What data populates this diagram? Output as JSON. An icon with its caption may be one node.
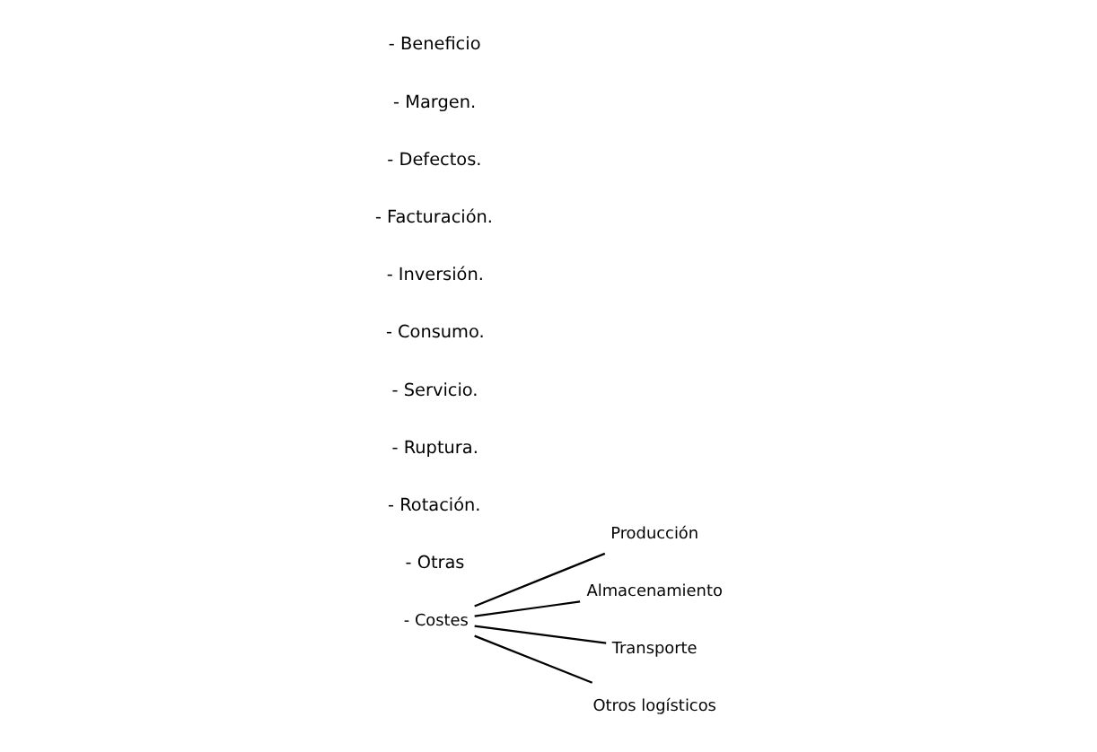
{
  "diagram": {
    "nodes": [
      {
        "text": [
          "- Costes"
        ]
      },
      {
        "text": [
          "Producción"
        ]
      },
      {
        "text": [
          "Almacenamiento"
        ]
      },
      {
        "text": [
          "Transporte"
        ]
      },
      {
        "text": [
          "Otros logísticos"
        ]
      }
    ],
    "edges": [
      {
        "from": 0,
        "to": 1,
        "arrow": "none"
      },
      {
        "from": 0,
        "to": 2,
        "arrow": "none"
      },
      {
        "from": 0,
        "to": 3,
        "arrow": "none"
      },
      {
        "from": 0,
        "to": 4,
        "arrow": "none"
      }
    ],
    "labels": [
      "- Beneficio",
      "- Margen.",
      "- Defectos.",
      "- Facturación.",
      "- Inversión.",
      "- Consumo.",
      "- Servicio.",
      "- Ruptura.",
      "- Rotación.",
      "- Otras"
    ]
  }
}
